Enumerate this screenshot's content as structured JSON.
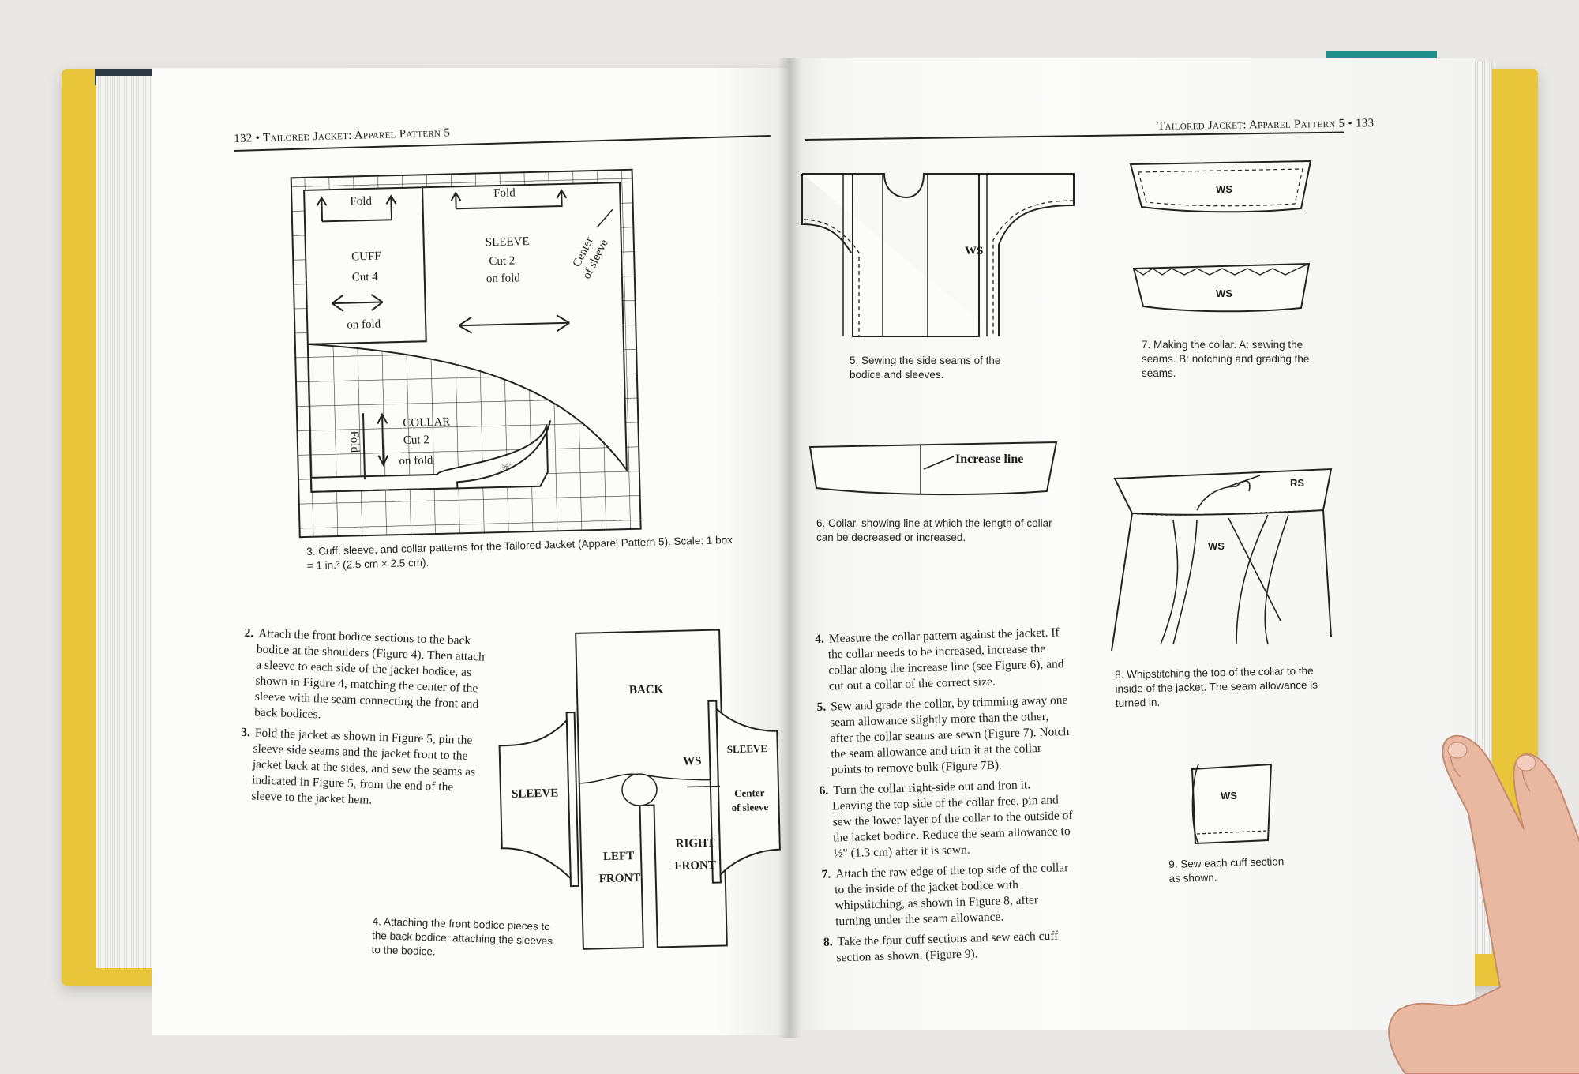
{
  "left_page": {
    "header": "132 • Tailored Jacket: Apparel Pattern 5",
    "fig3": {
      "fold_1": "Fold",
      "cuff": "CUFF",
      "cuff_cut": "Cut 4",
      "cuff_on_fold": "on fold",
      "fold_2": "Fold",
      "sleeve": "SLEEVE",
      "sleeve_cut": "Cut 2",
      "sleeve_on_fold": "on fold",
      "center_of_sleeve_1": "Center",
      "center_of_sleeve_2": "of sleeve",
      "collar": "COLLAR",
      "collar_cut": "Cut 2",
      "collar_on_fold": "on fold",
      "collar_fold": "Fold",
      "measurement": "⅝\"",
      "caption": "3. Cuff, sleeve, and collar patterns for the Tailored Jacket (Apparel Pattern 5). Scale: 1 box = 1 in.² (2.5 cm × 2.5 cm)."
    },
    "steps": [
      {
        "num": "2.",
        "text": "Attach the front bodice sections to the back bodice at the shoulders (Figure 4). Then attach a sleeve to each side of the jacket bodice, as shown in Figure 4, matching the center of the sleeve with the seam connecting the front and back bodices."
      },
      {
        "num": "3.",
        "text": "Fold the jacket as shown in Figure 5, pin the sleeve side seams and the jacket front to the jacket back at the sides, and sew the seams as indicated in Figure 5, from the end of the sleeve to the jacket hem."
      }
    ],
    "fig4": {
      "back": "BACK",
      "ws": "WS",
      "sleeve_left": "SLEEVE",
      "sleeve_right": "SLEEVE",
      "center_1": "Center",
      "center_2": "of sleeve",
      "left_1": "LEFT",
      "left_2": "FRONT",
      "right_1": "RIGHT",
      "right_2": "FRONT",
      "caption": "4. Attaching the front bodice pieces to the back bodice; attaching the sleeves to the bodice."
    }
  },
  "right_page": {
    "header": "Tailored Jacket: Apparel Pattern 5 • 133",
    "fig5": {
      "ws": "WS",
      "caption": "5. Sewing the side seams of the bodice and sleeves."
    },
    "fig6": {
      "label": "Increase line",
      "caption": "6. Collar, showing line at which the length of collar can be decreased or increased."
    },
    "fig7": {
      "ws_a": "WS",
      "ws_b": "WS",
      "caption": "7. Making the collar.  A: sewing the seams.  B: notching and grading the seams."
    },
    "fig8": {
      "rs": "RS",
      "ws": "WS",
      "caption": "8. Whipstitching the top of the collar to the inside of the jacket. The seam allowance is turned in."
    },
    "fig9": {
      "ws": "WS",
      "caption": "9. Sew each cuff section as shown."
    },
    "steps": [
      {
        "num": "4.",
        "text": "Measure the collar pattern against the jacket. If the collar needs to be increased, increase the collar along the increase line (see Figure 6), and cut out a collar of the correct size."
      },
      {
        "num": "5.",
        "text": "Sew and grade the collar, by trimming away one seam allowance slightly more than the other, after the collar seams are sewn (Figure 7). Notch the seam allowance and trim it at the collar points to remove bulk (Figure 7B)."
      },
      {
        "num": "6.",
        "text": "Turn the collar right-side out and iron it. Leaving the top side of the collar free, pin and sew the lower layer of the collar to the outside of the jacket bodice. Reduce the seam allowance to ½\" (1.3 cm) after it is sewn."
      },
      {
        "num": "7.",
        "text": "Attach the raw edge of the top side of the collar to the inside of the jacket bodice with whipstitching, as shown in Figure 8, after turning under the seam allowance."
      },
      {
        "num": "8.",
        "text": "Take the four cuff sections and sew each cuff section as shown. (Figure 9)."
      }
    ]
  }
}
